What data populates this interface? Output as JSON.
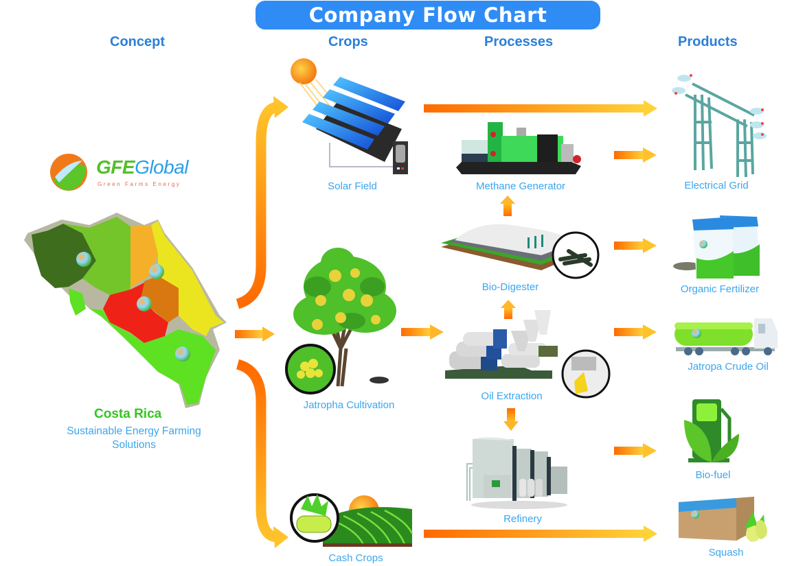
{
  "title": "Company Flow Chart",
  "columns": {
    "concept": "Concept",
    "crops": "Crops",
    "processes": "Processes",
    "products": "Products"
  },
  "concept": {
    "logo_main": "GFE",
    "logo_accent": "Global",
    "logo_tagline": "Green Farms Energy",
    "country": "Costa Rica",
    "tagline": "Sustainable Energy Farming Solutions"
  },
  "crops": [
    {
      "id": "solar-field",
      "label": "Solar Field"
    },
    {
      "id": "jatropha-cultivation",
      "label": "Jatropha Cultivation"
    },
    {
      "id": "cash-crops",
      "label": "Cash Crops"
    }
  ],
  "processes": [
    {
      "id": "methane-generator",
      "label": "Methane Generator"
    },
    {
      "id": "bio-digester",
      "label": "Bio-Digester"
    },
    {
      "id": "oil-extraction",
      "label": "Oil Extraction"
    },
    {
      "id": "refinery",
      "label": "Refinery"
    }
  ],
  "products": [
    {
      "id": "electrical-grid",
      "label": "Electrical Grid"
    },
    {
      "id": "organic-fertilizer",
      "label": "Organic  Fertilizer"
    },
    {
      "id": "jatropa-crude-oil",
      "label": "Jatropa Crude Oil"
    },
    {
      "id": "bio-fuel",
      "label": "Bio-fuel"
    },
    {
      "id": "squash",
      "label": "Squash"
    }
  ],
  "flows": [
    {
      "from": "concept",
      "to": "solar-field"
    },
    {
      "from": "concept",
      "to": "jatropha-cultivation"
    },
    {
      "from": "concept",
      "to": "cash-crops"
    },
    {
      "from": "solar-field",
      "to": "electrical-grid"
    },
    {
      "from": "methane-generator",
      "to": "electrical-grid"
    },
    {
      "from": "bio-digester",
      "to": "methane-generator"
    },
    {
      "from": "bio-digester",
      "to": "organic-fertilizer"
    },
    {
      "from": "jatropha-cultivation",
      "to": "oil-extraction"
    },
    {
      "from": "oil-extraction",
      "to": "bio-digester"
    },
    {
      "from": "oil-extraction",
      "to": "jatropa-crude-oil"
    },
    {
      "from": "oil-extraction",
      "to": "refinery"
    },
    {
      "from": "refinery",
      "to": "bio-fuel"
    },
    {
      "from": "cash-crops",
      "to": "squash"
    }
  ],
  "colors": {
    "title_bg": "#2f8cf5",
    "header_text": "#2a7fd8",
    "caption_text": "#3aa6ee",
    "country_text": "#33c422",
    "arrow_start": "#ff6a00",
    "arrow_end": "#ffd23a"
  }
}
